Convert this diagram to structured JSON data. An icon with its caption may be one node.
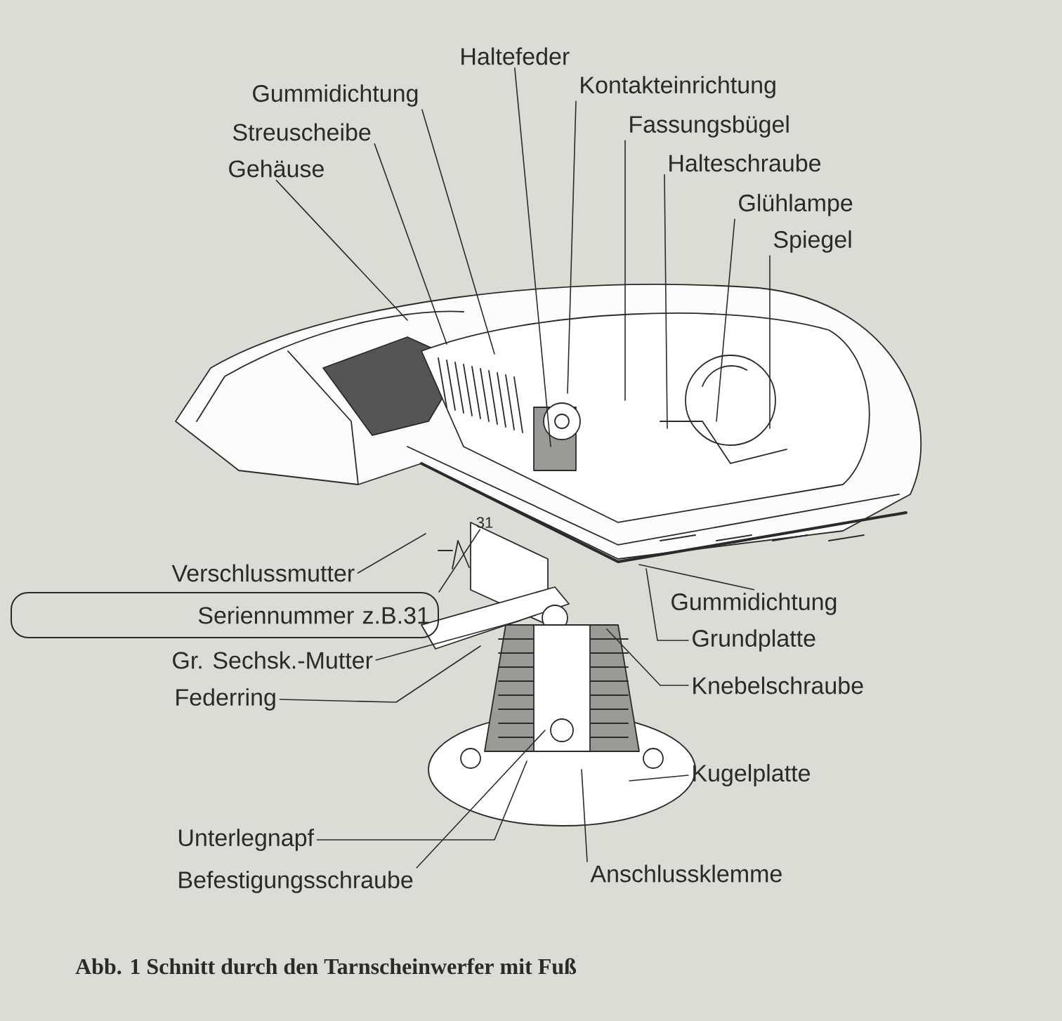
{
  "diagram": {
    "caption": "Abb. 1  Schnitt durch den Tarnscheinwerfer mit Fuß",
    "nodes": [
      {
        "text": [
          "Haltefeder"
        ]
      },
      {
        "text": [
          "Gummidichtung"
        ]
      },
      {
        "text": [
          "Kontakteinrichtung"
        ]
      },
      {
        "text": [
          "Streuscheibe"
        ]
      },
      {
        "text": [
          "Fassungsbügel"
        ]
      },
      {
        "text": [
          "Gehäuse"
        ]
      },
      {
        "text": [
          "Halteschraube"
        ]
      },
      {
        "text": [
          "Glühlampe"
        ]
      },
      {
        "text": [
          "Spiegel"
        ]
      },
      {
        "text": [
          "31"
        ]
      },
      {
        "text": [
          "Verschlussmutter"
        ]
      },
      {
        "text": [
          "Seriennummer z.B.31"
        ]
      },
      {
        "text": [
          "Gummidichtung"
        ]
      },
      {
        "text": [
          "Grundplatte"
        ]
      },
      {
        "text": [
          "Gr. Sechsk.-Mutter"
        ]
      },
      {
        "text": [
          "Knebelschraube"
        ]
      },
      {
        "text": [
          "Federring"
        ]
      },
      {
        "text": [
          "Kugelplatte"
        ]
      },
      {
        "text": [
          "Unterlegnapf"
        ]
      },
      {
        "text": [
          "Befestigungsschraube"
        ]
      },
      {
        "text": [
          "Anschlussklemme"
        ]
      }
    ],
    "edges": [
      {
        "from": 0,
        "to": null,
        "arrow": "none"
      },
      {
        "from": 1,
        "to": null,
        "arrow": "none"
      },
      {
        "from": 2,
        "to": null,
        "arrow": "none"
      },
      {
        "from": 3,
        "to": null,
        "arrow": "none"
      },
      {
        "from": 4,
        "to": null,
        "arrow": "none"
      },
      {
        "from": 5,
        "to": null,
        "arrow": "none"
      },
      {
        "from": 6,
        "to": null,
        "arrow": "none"
      },
      {
        "from": 7,
        "to": null,
        "arrow": "none"
      },
      {
        "from": 8,
        "to": null,
        "arrow": "none"
      },
      {
        "from": 10,
        "to": null,
        "arrow": "none"
      },
      {
        "from": 11,
        "to": 9,
        "arrow": "none"
      },
      {
        "from": 12,
        "to": null,
        "arrow": "none"
      },
      {
        "from": 13,
        "to": null,
        "arrow": "none"
      },
      {
        "from": 14,
        "to": null,
        "arrow": "none"
      },
      {
        "from": 15,
        "to": null,
        "arrow": "none"
      },
      {
        "from": 16,
        "to": null,
        "arrow": "none"
      },
      {
        "from": 17,
        "to": null,
        "arrow": "none"
      },
      {
        "from": 18,
        "to": null,
        "arrow": "none"
      },
      {
        "from": 19,
        "to": null,
        "arrow": "none"
      },
      {
        "from": 20,
        "to": null,
        "arrow": "none"
      }
    ]
  }
}
